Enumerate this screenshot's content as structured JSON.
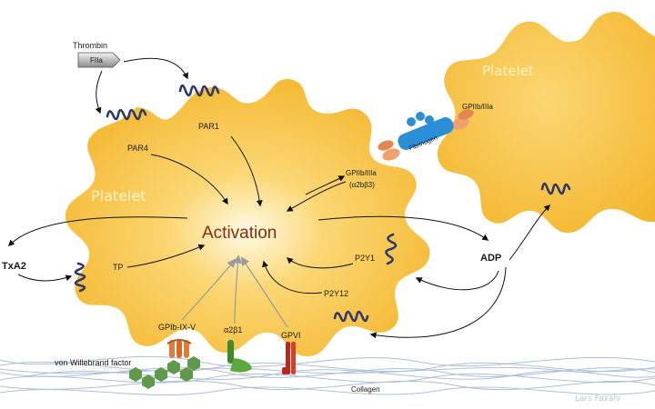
{
  "diagram": {
    "platelet_main_label": "Platelet",
    "platelet_secondary_label": "Platelet",
    "activation_label": "Activation",
    "thrombin_label": "Thrombin",
    "thrombin_box_label": "FIIa",
    "receptors": {
      "par1": "PAR1",
      "par4": "PAR4",
      "tp": "TP",
      "p2y1": "P2Y1",
      "p2y12": "P2Y12",
      "gpiib_iiia_main": "GPIIb/IIIa",
      "gpiib_iiia_main_alias": "(α2bβ3)",
      "gpiib_iiia_secondary": "GPIIb/IIIa",
      "gpib_ix_v": "GPIb-IX-V",
      "a2b1": "α2β1",
      "gpvi": "GPVI"
    },
    "fibrinogen_label": "Fibrinogen",
    "txa2_label": "TxA2",
    "adp_label": "ADP",
    "vwf_label": "von Willebrand factor",
    "collagen_label": "Collagen",
    "credit": "Lars Faxälv",
    "colors": {
      "platelet": "#f6bd3a",
      "platelet_glow": "#fff3c0",
      "receptor": "#2f3a6b",
      "activation_text": "#8b2a0e",
      "fibrinogen": "#2a8fd6",
      "collagen": "#9fb4d4",
      "vwf": "#5e9a4a",
      "a2b1": "#3f8a2e",
      "gpvi": "#b32a1e",
      "gpib": "#e07b3a"
    }
  }
}
